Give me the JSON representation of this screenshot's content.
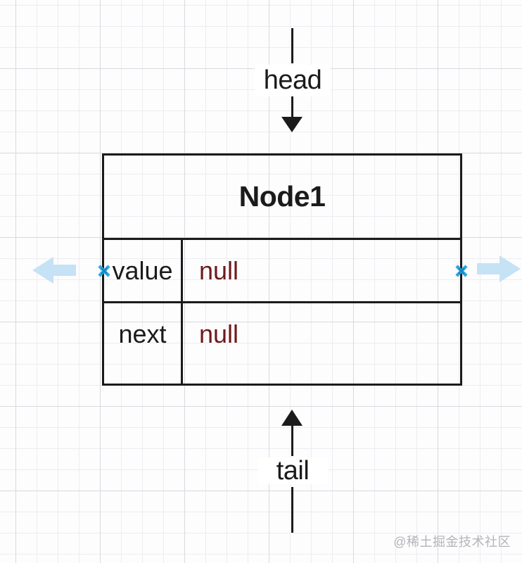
{
  "diagram": {
    "head_label": "head",
    "tail_label": "tail",
    "node": {
      "title": "Node1",
      "rows": [
        {
          "label": "value",
          "value": "null"
        },
        {
          "label": "next",
          "value": "null"
        }
      ]
    },
    "watermark": "@稀土掘金技术社区",
    "colors": {
      "outline": "#1b1b1b",
      "null_value_text": "#6e1a1c",
      "connection_marker": "#2aa9e0",
      "side_arrow_fill": "#c6e2f5",
      "grid_minor": "#ededf2",
      "grid_major": "#d9d9df",
      "watermark_text": "#b4b4b9",
      "background": "#fdfdfe"
    }
  }
}
